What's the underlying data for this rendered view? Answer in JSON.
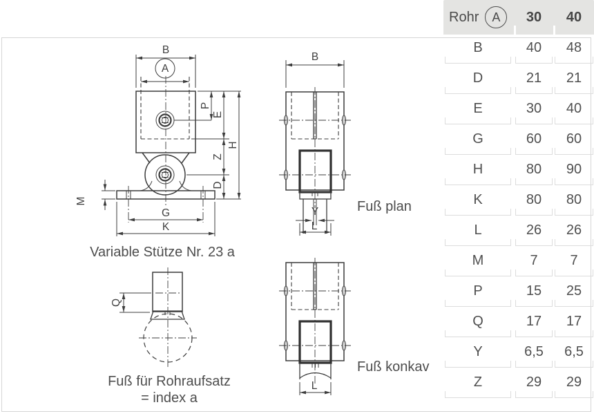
{
  "table": {
    "header": {
      "label": "Rohr",
      "symbol": "A",
      "col1": "30",
      "col2": "40"
    },
    "rows": [
      {
        "label": "B",
        "v30": "40",
        "v40": "48"
      },
      {
        "label": "D",
        "v30": "21",
        "v40": "21"
      },
      {
        "label": "E",
        "v30": "30",
        "v40": "40"
      },
      {
        "label": "G",
        "v30": "60",
        "v40": "60"
      },
      {
        "label": "H",
        "v30": "80",
        "v40": "90"
      },
      {
        "label": "K",
        "v30": "80",
        "v40": "80"
      },
      {
        "label": "L",
        "v30": "26",
        "v40": "26"
      },
      {
        "label": "M",
        "v30": "7",
        "v40": "7"
      },
      {
        "label": "P",
        "v30": "15",
        "v40": "25"
      },
      {
        "label": "Q",
        "v30": "17",
        "v40": "17"
      },
      {
        "label": "Y",
        "v30": "6,5",
        "v40": "6,5"
      },
      {
        "label": "Z",
        "v30": "29",
        "v40": "29"
      }
    ]
  },
  "drawing": {
    "captions": {
      "main": "Variable Stütze Nr. 23 a",
      "plan": "Fuß plan",
      "konkav": "Fuß konkav",
      "rohraufsatz1": "Fuß für Rohraufsatz",
      "rohraufsatz2": "= index a"
    },
    "labels": {
      "A": "A",
      "B": "B",
      "D": "D",
      "E": "E",
      "G": "G",
      "H": "H",
      "K": "K",
      "L": "L",
      "M": "M",
      "P": "P",
      "Q": "Q",
      "Y": "Y",
      "Z": "Z"
    }
  },
  "colors": {
    "header_bg": "#e4e4e2",
    "line": "#3a3a3a",
    "text": "#4f4f4f",
    "panel_border": "#d5d5d5",
    "cell_border": "#dcdcdc"
  }
}
